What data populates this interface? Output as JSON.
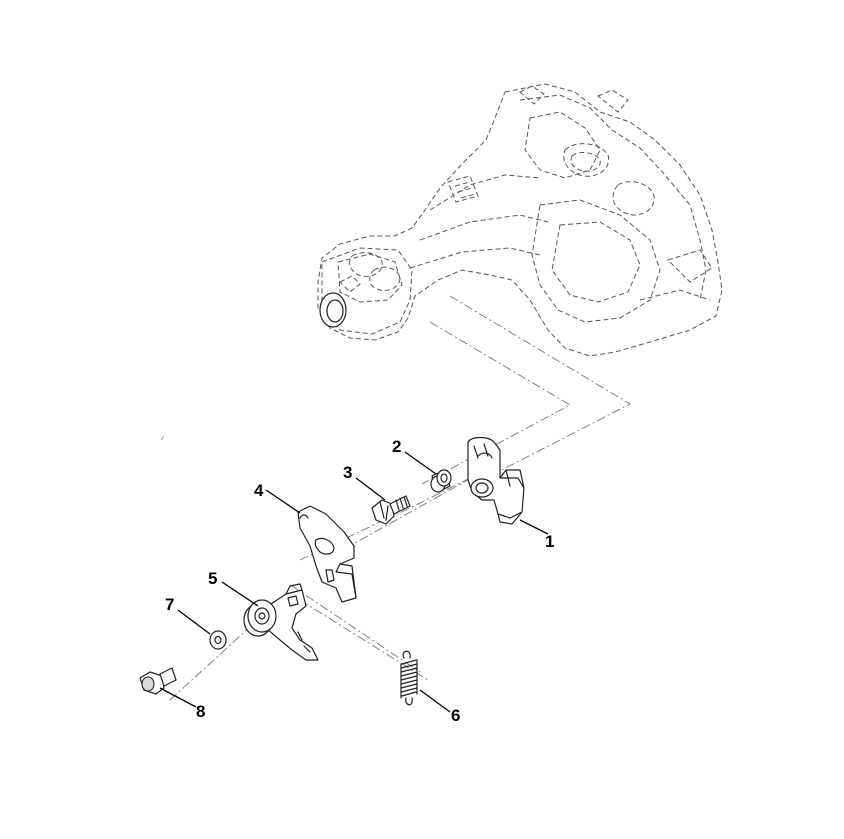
{
  "callouts": [
    {
      "id": "1",
      "label": "1",
      "part": "bracket"
    },
    {
      "id": "2",
      "label": "2",
      "part": "spacer"
    },
    {
      "id": "3",
      "label": "3",
      "part": "bolt"
    },
    {
      "id": "4",
      "label": "4",
      "part": "plate"
    },
    {
      "id": "5",
      "label": "5",
      "part": "arm-pulley"
    },
    {
      "id": "6",
      "label": "6",
      "part": "spring"
    },
    {
      "id": "7",
      "label": "7",
      "part": "washer"
    },
    {
      "id": "8",
      "label": "8",
      "part": "shoulder-bolt"
    }
  ],
  "colors": {
    "line": "#222222",
    "hidden": "#555555",
    "text": "#000000",
    "background": "#ffffff"
  }
}
